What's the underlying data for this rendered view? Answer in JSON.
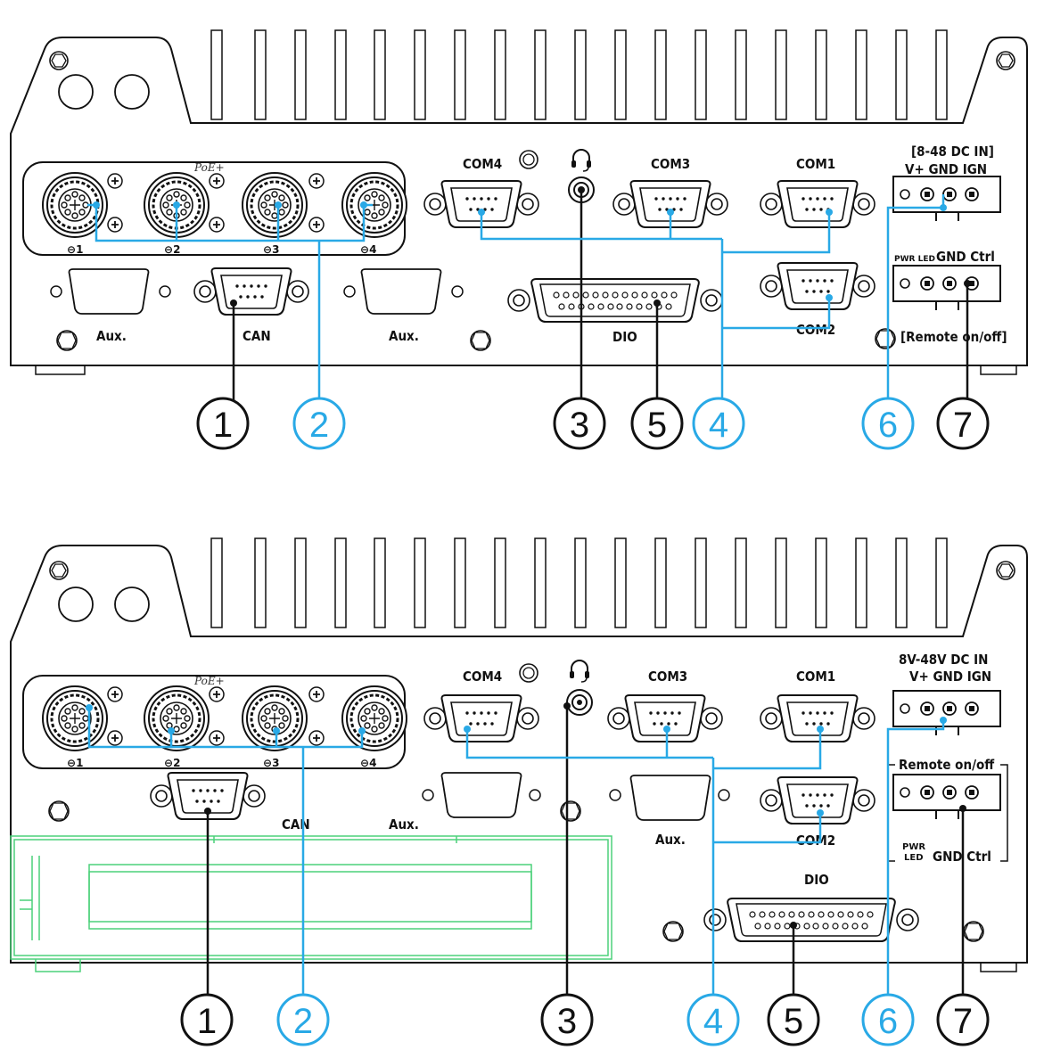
{
  "top": {
    "ports": {
      "com4": "COM4",
      "com3": "COM3",
      "com1": "COM1",
      "com2": "COM2",
      "aux_left": "Aux.",
      "can": "CAN",
      "aux_right": "Aux.",
      "dio": "DIO",
      "poe": "PoE+",
      "poe_ports": [
        "1",
        "2",
        "3",
        "4"
      ],
      "dc_title": "[8-48 DC IN]",
      "dc_pins": "V+   GND   IGN",
      "remote_pins_led": "PWR LED",
      "remote_pins": "GND   Ctrl",
      "remote_caption": "[Remote on/off]"
    },
    "callouts": [
      "1",
      "2",
      "3",
      "5",
      "4",
      "6",
      "7"
    ]
  },
  "bottom": {
    "ports": {
      "com4": "COM4",
      "com3": "COM3",
      "com1": "COM1",
      "com2": "COM2",
      "can": "CAN",
      "aux_left": "Aux.",
      "aux_right": "Aux.",
      "dio": "DIO",
      "poe": "PoE+",
      "poe_ports": [
        "1",
        "2",
        "3",
        "4"
      ],
      "dc_title": "8V-48V DC IN",
      "dc_pins": "V+ GND IGN",
      "remote_title": "Remote on/off",
      "remote_led_top": "PWR",
      "remote_led_bottom": "LED",
      "remote_pins": "GND  Ctrl"
    },
    "callouts": [
      "1",
      "2",
      "3",
      "4",
      "5",
      "6",
      "7"
    ]
  },
  "colors": {
    "outline": "#111111",
    "blue_callout": "#29a9e6",
    "green_outline": "#4cd17a"
  }
}
